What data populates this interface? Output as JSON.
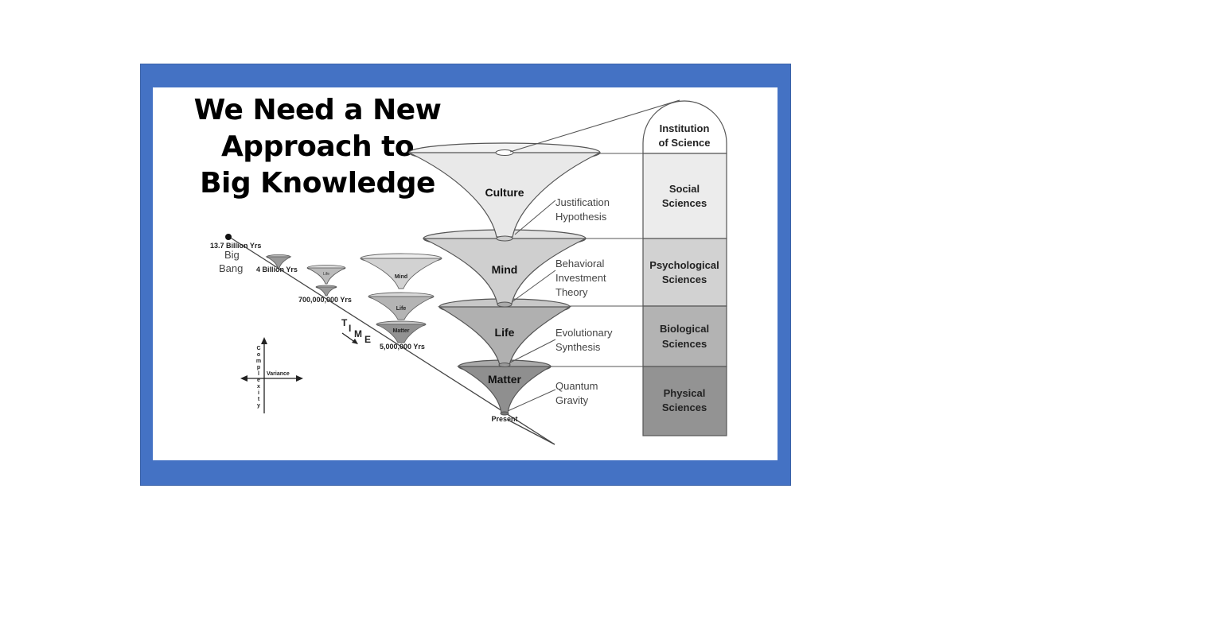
{
  "title_lines": [
    "We Need a New",
    "Approach to",
    "Big Knowledge"
  ],
  "colors": {
    "frame": "#4472c4",
    "panel": "#ffffff",
    "culture_fill": "#e9e9e9",
    "mind_fill": "#cfcfcf",
    "life_fill": "#b0b0b0",
    "matter_fill": "#8f8f8f"
  },
  "funnels": [
    {
      "id": "culture",
      "label": "Culture"
    },
    {
      "id": "mind",
      "label": "Mind"
    },
    {
      "id": "life",
      "label": "Life"
    },
    {
      "id": "matter",
      "label": "Matter"
    }
  ],
  "present_label": "Present",
  "theories": [
    {
      "lines": [
        "Justification",
        "Hypothesis"
      ]
    },
    {
      "lines": [
        "Behavioral",
        "Investment",
        "Theory"
      ]
    },
    {
      "lines": [
        "Evolutionary",
        "Synthesis"
      ]
    },
    {
      "lines": [
        "Quantum",
        "Gravity"
      ]
    }
  ],
  "institution": {
    "header_lines": [
      "Institution",
      "of Science"
    ],
    "sections": [
      {
        "lines": [
          "Social",
          "Sciences"
        ]
      },
      {
        "lines": [
          "Psychological",
          "Sciences"
        ]
      },
      {
        "lines": [
          "Biological",
          "Sciences"
        ]
      },
      {
        "lines": [
          "Physical",
          "Sciences"
        ]
      }
    ]
  },
  "timeline": {
    "big_bang_time": "13.7 Billion Yrs",
    "big_bang_label": [
      "Big",
      "Bang"
    ],
    "four_billion": "4 Billion Yrs",
    "seven_hundred_million": "700,000,000 Yrs",
    "five_million": "5,000,000 Yrs",
    "time_letters": [
      "T",
      "I",
      "M",
      "E"
    ],
    "small_labels": {
      "life": "Life",
      "mind": "Mind",
      "matter": "Matter"
    }
  },
  "axes": {
    "vertical_letters": [
      "C",
      "o",
      "m",
      "p",
      "l",
      "e",
      "x",
      "i",
      "t",
      "y"
    ],
    "horizontal": "Variance"
  }
}
